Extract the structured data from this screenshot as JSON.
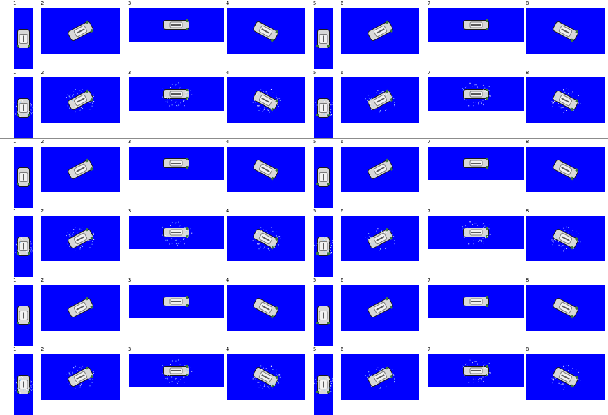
{
  "colors": {
    "background": "#ffffff",
    "panel": "#0000ff",
    "divider": "#8c8c8c",
    "label": "#000000"
  },
  "groups": [
    {
      "rows": [
        {
          "variant": "idle",
          "frames": [
            "1",
            "2",
            "3",
            "4",
            "5",
            "6",
            "7",
            "8"
          ]
        },
        {
          "variant": "spray",
          "frames": [
            "1",
            "2",
            "3",
            "4",
            "5",
            "6",
            "7",
            "8"
          ]
        }
      ]
    },
    {
      "rows": [
        {
          "variant": "idle",
          "frames": [
            "1",
            "2",
            "3",
            "4",
            "5",
            "6",
            "7",
            "8"
          ]
        },
        {
          "variant": "spray",
          "frames": [
            "1",
            "2",
            "3",
            "4",
            "5",
            "6",
            "7",
            "8"
          ]
        }
      ]
    },
    {
      "rows": [
        {
          "variant": "idle",
          "frames": [
            "1",
            "2",
            "3",
            "4",
            "5",
            "6",
            "7",
            "8"
          ]
        },
        {
          "variant": "spray",
          "frames": [
            "1",
            "2",
            "3",
            "4",
            "5",
            "6",
            "7",
            "8"
          ]
        }
      ]
    }
  ],
  "sprite": {
    "name": "hovercraft",
    "icon": "hovercraft-sprite-icon"
  }
}
